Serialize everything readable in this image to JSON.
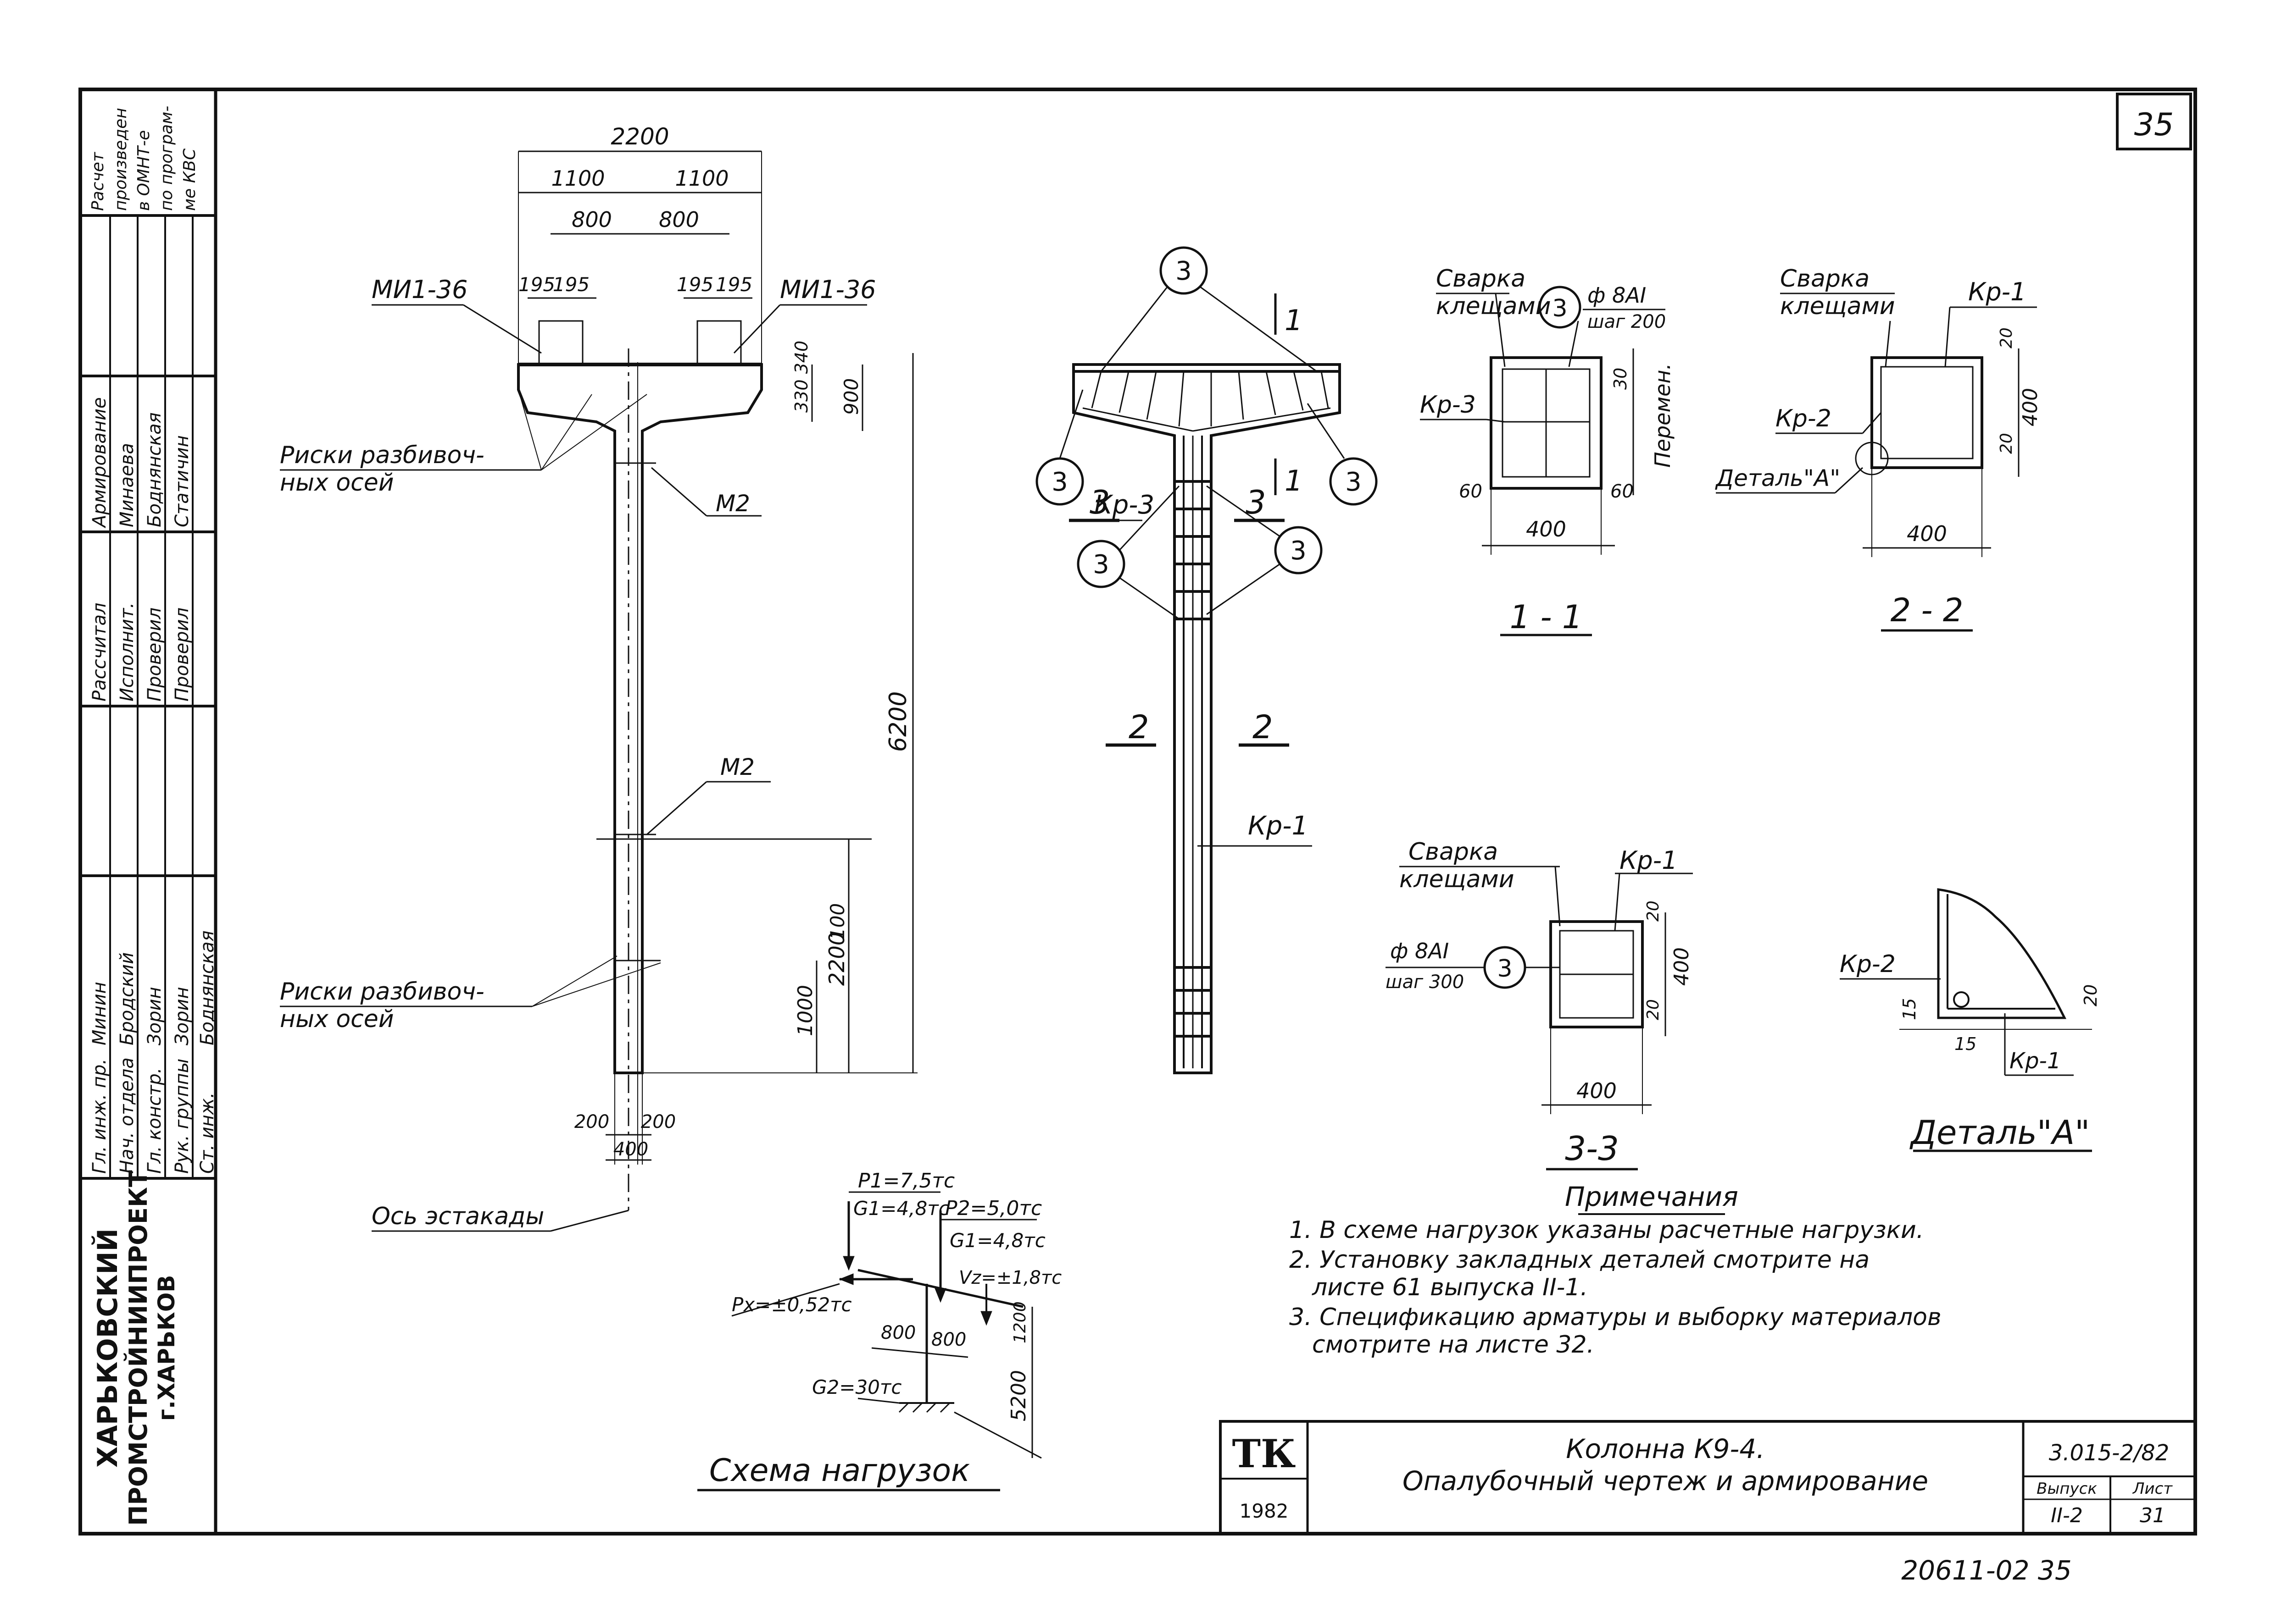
{
  "sheet_number": "35",
  "bottom_stamp": "20611-02  35",
  "left_block": {
    "org_line1": "ХАРЬКОВСКИЙ",
    "org_line2": "ПРОМСТРОЙНИИПРОЕКТ",
    "org_line3": "г.ХАРЬКОВ",
    "roles": [
      "Гл. инж. пр.",
      "Нач. отдела",
      "Гл. констр.",
      "Рук. группы",
      "Ст. инж."
    ],
    "names": [
      "Минин",
      "Бродский",
      "Зорин",
      "Зорин",
      "Боднянская"
    ],
    "calc_roles": [
      "Рассчитал",
      "Исполнит.",
      "Проверил",
      "Проверил"
    ],
    "arm_header": "Армирование",
    "arm_names": [
      "Минаева",
      "Боднянская",
      "Статичин"
    ],
    "calc_note": [
      "Расчет",
      "произведен",
      "в ОМНТ-е",
      "по програм-",
      "ме КВС"
    ]
  },
  "column_elevation": {
    "dims_top": [
      "2200",
      "1100",
      "1100",
      "800",
      "800",
      "195",
      "195",
      "195",
      "195"
    ],
    "dims_right": [
      "330",
      "340",
      "900",
      "6200",
      "100",
      "2200",
      "1000"
    ],
    "dims_bottom": [
      "200",
      "200",
      "400"
    ],
    "label_mi_left": "МИ1-36",
    "label_mi_right": "МИ1-36",
    "label_m2_top": "М2",
    "label_m2_mid": "М2",
    "label_risks1_l1": "Риски разбивоч-",
    "label_risks1_l2": "ных осей",
    "label_risks2_l1": "Риски разбивоч-",
    "label_risks2_l2": "ных осей",
    "label_axis": "Ось эстакады"
  },
  "reinforcement": {
    "marker": "3",
    "section_1": "1",
    "section_2": "2",
    "section_3": "3",
    "label_kr3": "Кр-3",
    "label_kr1": "Кр-1"
  },
  "section_1_1": {
    "title": "1 - 1",
    "weld_l1": "Сварка",
    "weld_l2": "клещами",
    "bar_marker": "3",
    "bar_l1": "ф 8АI",
    "bar_l2": "шаг 200",
    "label_kr3": "Кр-3",
    "label_var": "Перемен.",
    "dims": [
      "30",
      "60",
      "60",
      "400"
    ]
  },
  "section_2_2": {
    "title": "2 - 2",
    "weld_l1": "Сварка",
    "weld_l2": "клещами",
    "label_kr1": "Кр-1",
    "label_kr2": "Кр-2",
    "label_detail": "Деталь\"А\"",
    "dims": [
      "20",
      "400",
      "20",
      "400"
    ]
  },
  "section_3_3": {
    "title": "3-3",
    "weld_l1": "Сварка",
    "weld_l2": "клещами",
    "label_kr1": "Кр-1",
    "bar_marker": "3",
    "bar_l1": "ф 8АI",
    "bar_l2": "шаг 300",
    "dims": [
      "20",
      "400",
      "20",
      "400"
    ]
  },
  "detail_a": {
    "title": "Деталь\"А\"",
    "label_kr2": "Кр-2",
    "label_kr1": "Кр-1",
    "dims": [
      "15",
      "15",
      "20"
    ]
  },
  "load_scheme": {
    "title": "Схема нагрузок",
    "p1": "P1=7,5тс",
    "g1a": "G1=4,8тс",
    "p2": "P2=5,0тс",
    "g1b": "G1=4,8тс",
    "px": "Px=±0,52тс",
    "vz": "Vz=±1,8тс",
    "g2": "G2=30тс",
    "dims": [
      "800",
      "800",
      "1200",
      "5200"
    ]
  },
  "notes": {
    "title": "Примечания",
    "items": [
      "1. В схеме нагрузок указаны расчетные нагрузки.",
      "2. Установку закладных деталей смотрите на",
      "листе 61 выпуска II-1.",
      "3. Спецификацию арматуры и выборку материалов",
      "смотрите на листе 32."
    ]
  },
  "title_block": {
    "logo": "ТК",
    "year": "1982",
    "title_l1": "Колонна К9-4.",
    "title_l2": "Опалубочный чертеж и армирование",
    "code": "3.015-2/82",
    "issue_label": "Выпуск",
    "issue_value": "II-2",
    "sheet_label": "Лист",
    "sheet_value": "31"
  }
}
